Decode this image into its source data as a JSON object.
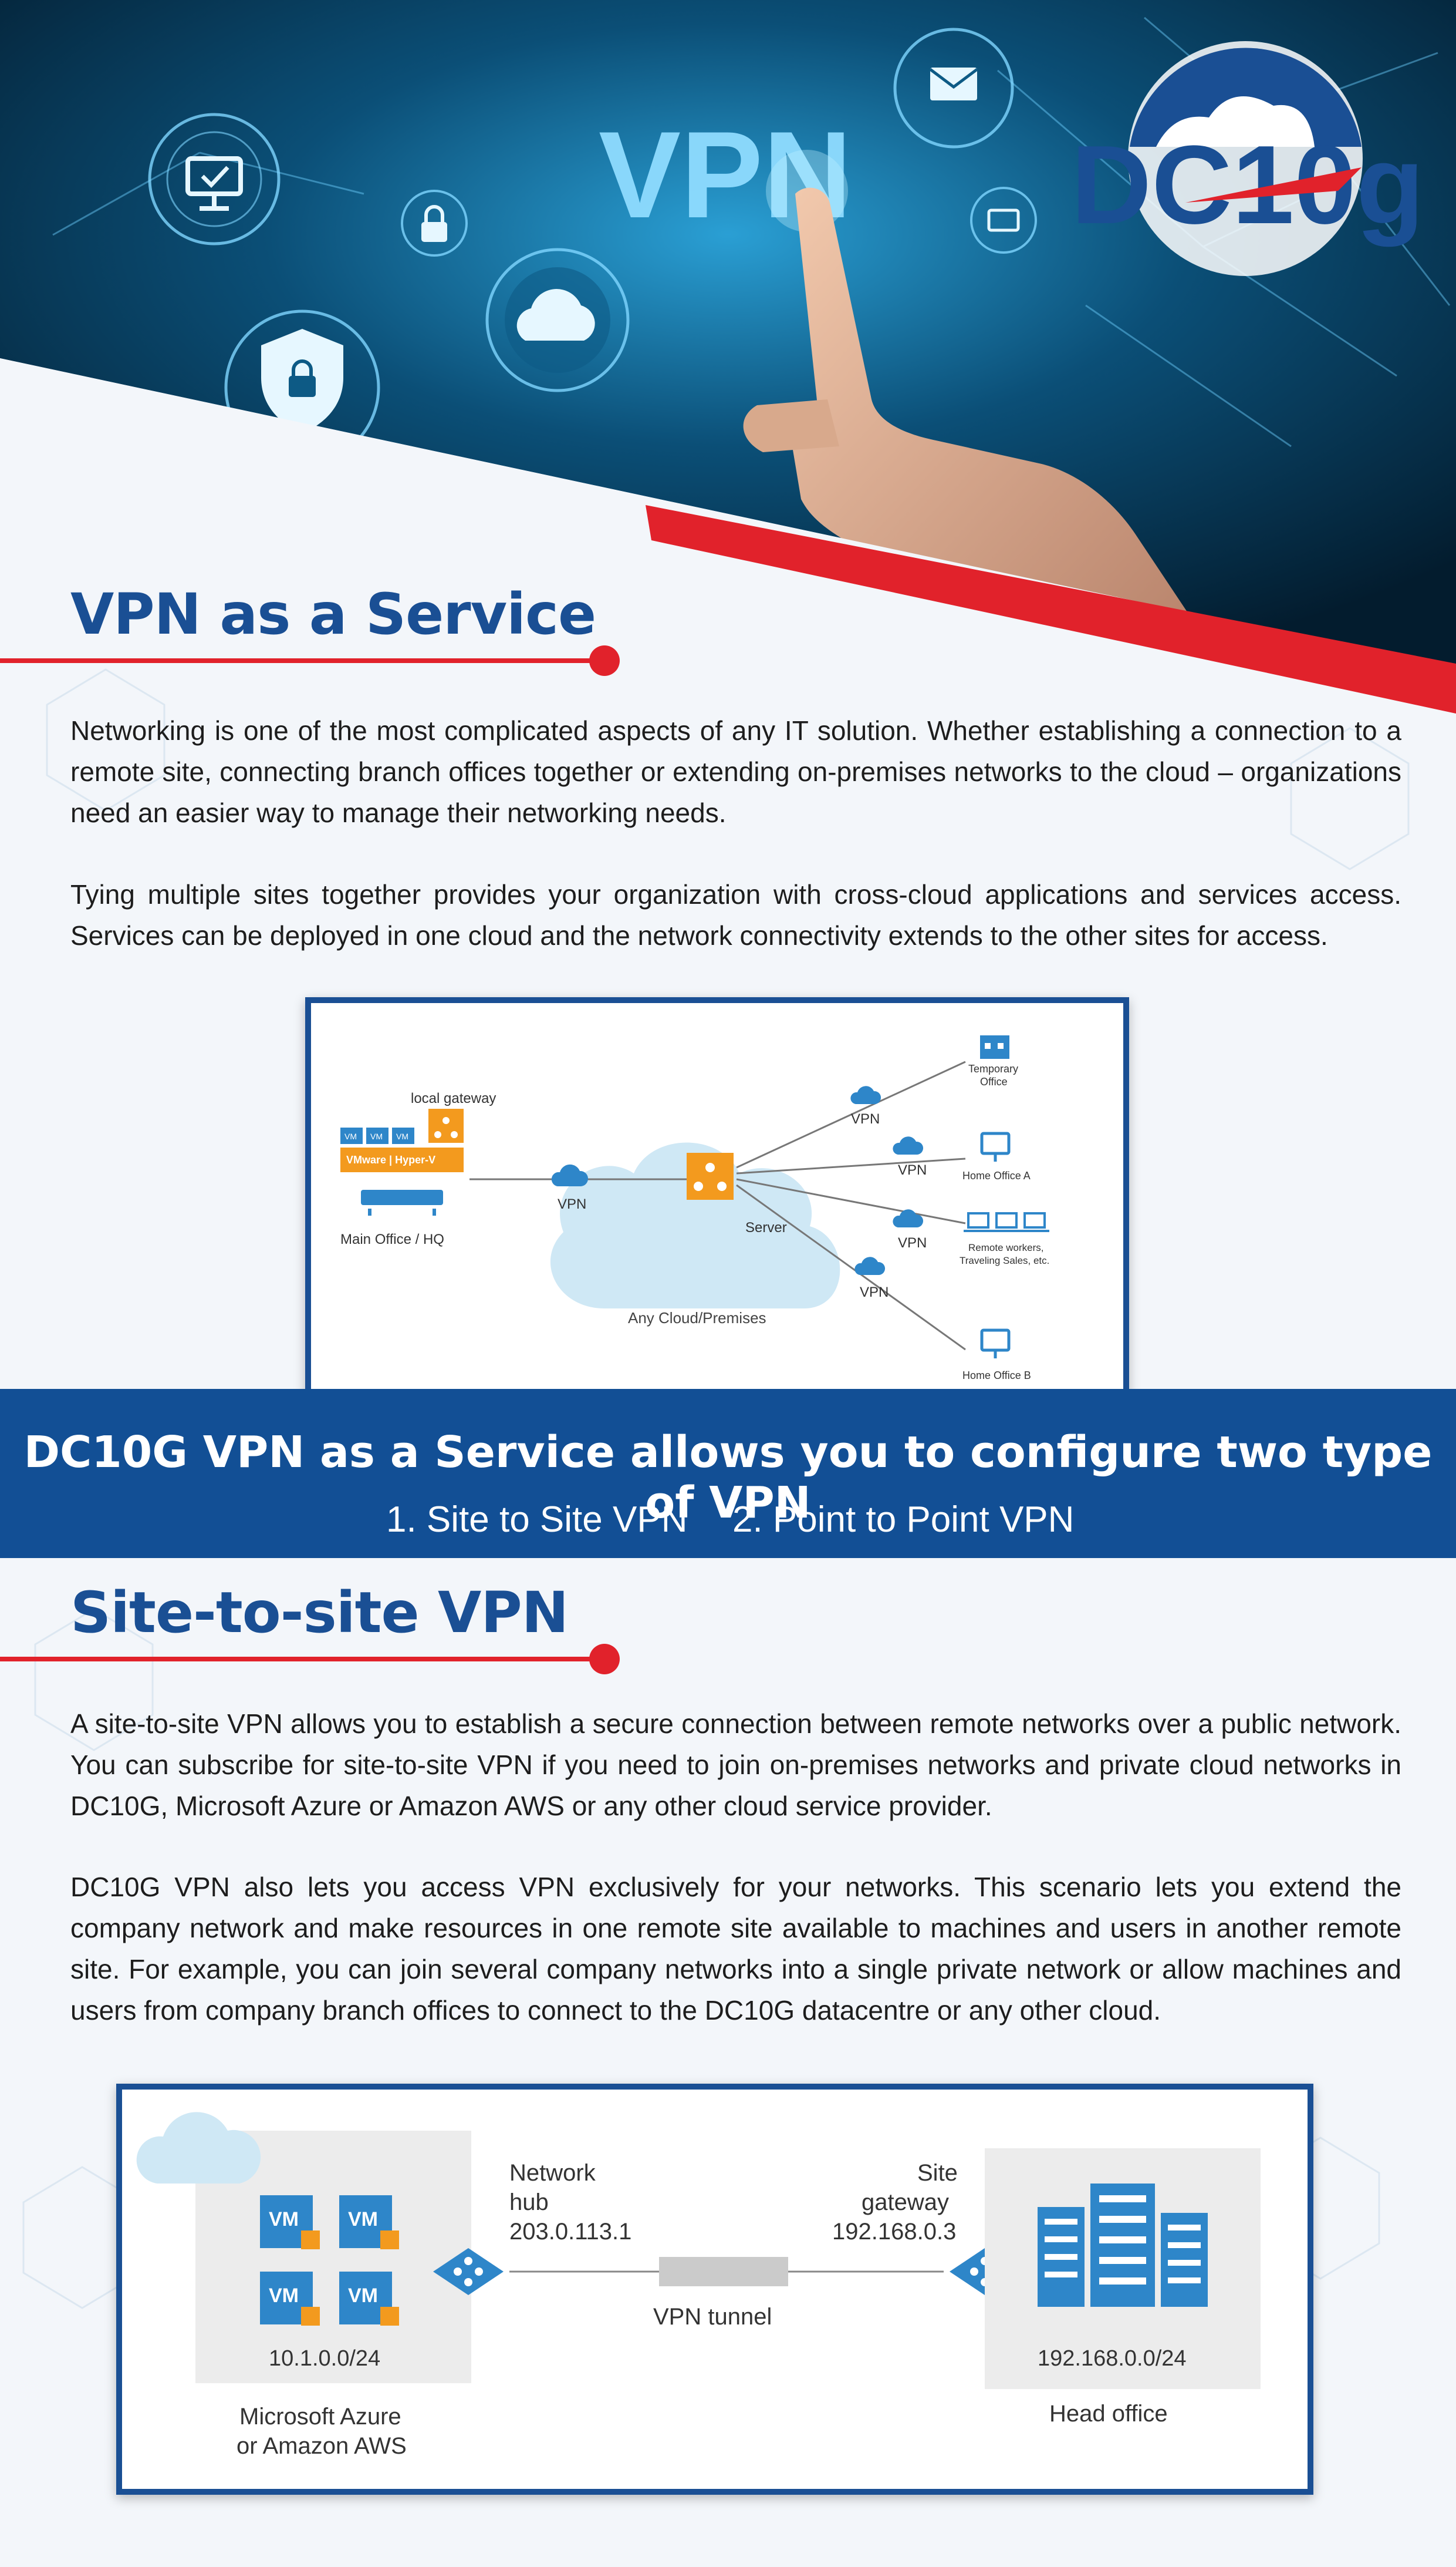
{
  "hero": {
    "headline": "VPN",
    "logo_text": "DC10g",
    "colors": {
      "brand_blue": "#1a4f94",
      "brand_red": "#e1222b",
      "hero_dark": "#06324f"
    },
    "icons": [
      "monitor-check-icon",
      "padlock-icon",
      "cloud-lock-icon",
      "shield-lock-icon",
      "mail-lock-icon",
      "id-card-icon"
    ]
  },
  "section1": {
    "title": "VPN as a Service",
    "para1": "Networking is one of the most complicated aspects of any IT solution. Whether establishing a connection to a remote site, connecting branch offices together or extending on-premises networks to the cloud – organizations need an easier way to manage their networking needs.",
    "para2": "Tying multiple sites together provides your organization with cross-cloud applications and services access. Services can be deployed in one cloud and the network connectivity extends to the other sites for access."
  },
  "diagram1": {
    "local_gateway": "local gateway",
    "vm_label": "VM",
    "hypervisor": "VMware | Hyper-V",
    "main_office": "Main Office / HQ",
    "vpn": "VPN",
    "server": "Server",
    "cloud": "Any Cloud/Premises",
    "temporary_office_1": "Temporary",
    "temporary_office_2": "Office",
    "home_office_a": "Home Office A",
    "remote_workers_1": "Remote workers,",
    "remote_workers_2": "Traveling Sales, etc.",
    "home_office_b": "Home Office B"
  },
  "band": {
    "title": "DC10G VPN as a Service allows you to configure two type of VPN",
    "item1": "1. Site to Site VPN",
    "item2": "2. Point to Point VPN"
  },
  "section2": {
    "title": "Site-to-site VPN",
    "para1": "A site-to-site VPN allows you to establish a secure connection between remote networks over a public network. You can subscribe for site-to-site VPN if you need to join on-premises networks and private cloud networks in DC10G, Microsoft Azure or Amazon AWS or any other cloud service provider.",
    "para2": "DC10G VPN also lets you access VPN exclusively for your networks. This scenario lets you extend the company network and make resources in one remote site available to machines and users in another remote site. For example, you can join several company networks into a single private network or allow machines and users from company branch offices to connect to the DC10G datacentre or any other cloud."
  },
  "diagram2": {
    "vm": "VM",
    "subnet_left": "10.1.0.0/24",
    "left_caption_1": "Microsoft Azure",
    "left_caption_2": "or Amazon AWS",
    "hub_1": "Network",
    "hub_2": "hub",
    "hub_ip": "203.0.113.1",
    "tunnel": "VPN tunnel",
    "gw_1": "Site",
    "gw_2": "gateway",
    "gw_ip": "192.168.0.3",
    "subnet_right": "192.168.0.0/24",
    "right_caption": "Head office"
  }
}
